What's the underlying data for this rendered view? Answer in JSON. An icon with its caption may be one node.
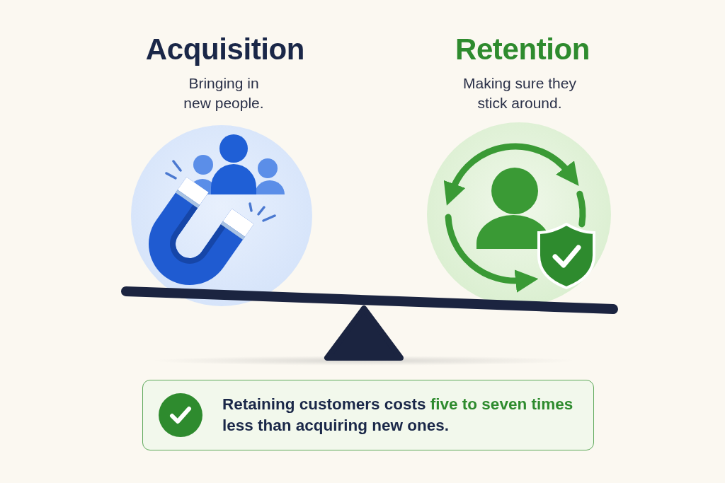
{
  "diagram": {
    "nodes": [
      {
        "text": [
          "Retaining customers costs **five to seven times** less than acquiring new ones."
        ]
      }
    ],
    "labels": [
      "Acquisition",
      "Bringing in new people.",
      "Retention",
      "Making sure they stick around."
    ]
  }
}
